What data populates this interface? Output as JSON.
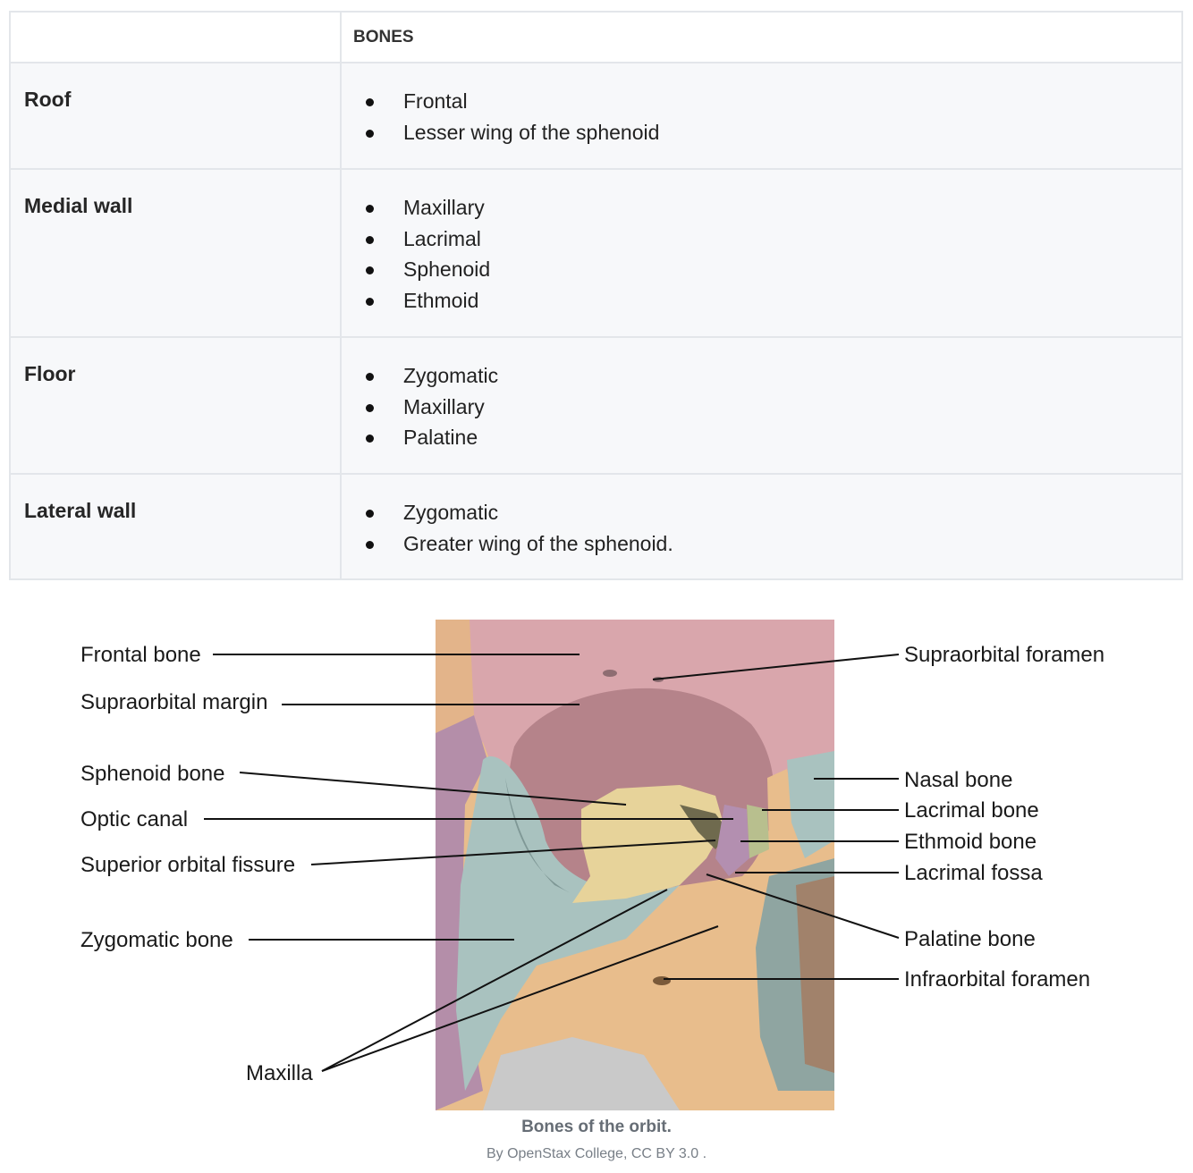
{
  "table": {
    "header": {
      "col1": "",
      "col2": "BONES"
    },
    "rows": [
      {
        "region": "Roof",
        "bones": [
          "Frontal",
          "Lesser wing of the sphenoid"
        ]
      },
      {
        "region": "Medial wall",
        "bones": [
          "Maxillary",
          "Lacrimal",
          "Sphenoid",
          "Ethmoid"
        ]
      },
      {
        "region": "Floor",
        "bones": [
          "Zygomatic",
          "Maxillary",
          "Palatine"
        ]
      },
      {
        "region": "Lateral wall",
        "bones": [
          "Zygomatic",
          "Greater wing of the sphenoid."
        ]
      }
    ]
  },
  "figure": {
    "labels_left": [
      "Frontal bone",
      "Supraorbital margin",
      "Sphenoid bone",
      "Optic canal",
      "Superior orbital fissure",
      "Zygomatic bone",
      "Maxilla"
    ],
    "labels_right": [
      "Supraorbital foramen",
      "Nasal bone",
      "Lacrimal bone",
      "Ethmoid bone",
      "Lacrimal fossa",
      "Palatine bone",
      "Infraorbital foramen"
    ],
    "caption_title": "Bones of the orbit.",
    "caption_credit": "By OpenStax College, CC BY 3.0 ."
  },
  "colors": {
    "frontal": "#d9a6ac",
    "zygomatic": "#a9c2bf",
    "maxilla": "#e8bd8c",
    "sphenoid": "#e7d39a",
    "ethmoid": "#b8bf8e",
    "palatine": "#b48ea9",
    "lacrimal": "#b38fb0"
  }
}
